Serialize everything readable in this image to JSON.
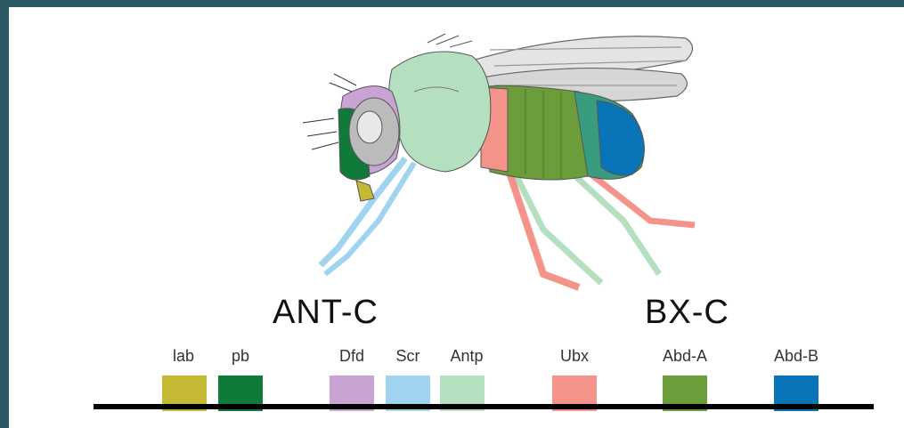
{
  "clusters": {
    "ant_c": "ANT-C",
    "bx_c": "BX-C"
  },
  "genes": [
    {
      "name": "lab",
      "color": "#c4b934"
    },
    {
      "name": "pb",
      "color": "#0f7a3a"
    },
    {
      "name": "Dfd",
      "color": "#c8a3d4"
    },
    {
      "name": "Scr",
      "color": "#9fd3ef"
    },
    {
      "name": "Antp",
      "color": "#b4e0bf"
    },
    {
      "name": "Ubx",
      "color": "#f4938a"
    },
    {
      "name": "Abd-A",
      "color": "#6b9e3a"
    },
    {
      "name": "Abd-B",
      "color": "#0a74b8"
    }
  ]
}
